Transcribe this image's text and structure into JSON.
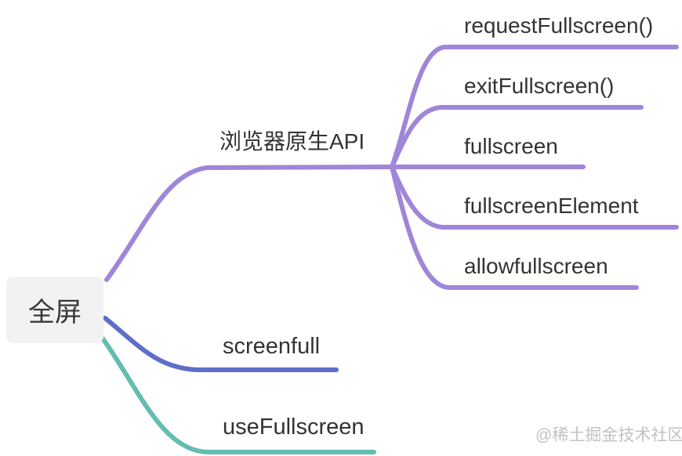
{
  "root": {
    "label": "全屏"
  },
  "branches": [
    {
      "label": "浏览器原生API",
      "color": "#9f86d8",
      "children": [
        {
          "label": "requestFullscreen()"
        },
        {
          "label": "exitFullscreen()"
        },
        {
          "label": "fullscreen"
        },
        {
          "label": "fullscreenElement"
        },
        {
          "label": "allowfullscreen"
        }
      ]
    },
    {
      "label": "screenfull",
      "color": "#5f6fc8",
      "children": []
    },
    {
      "label": "useFullscreen",
      "color": "#64bcb2",
      "children": []
    }
  ],
  "watermark": "@稀土掘金技术社区",
  "colors": {
    "background": "#ffffff",
    "root_bg": "#f2f2f2",
    "text": "#333333",
    "watermark_text": "#c2c2c2",
    "branch_purple": "#9f86d8",
    "branch_indigo": "#5f6fc8",
    "branch_teal": "#64bcb2"
  }
}
